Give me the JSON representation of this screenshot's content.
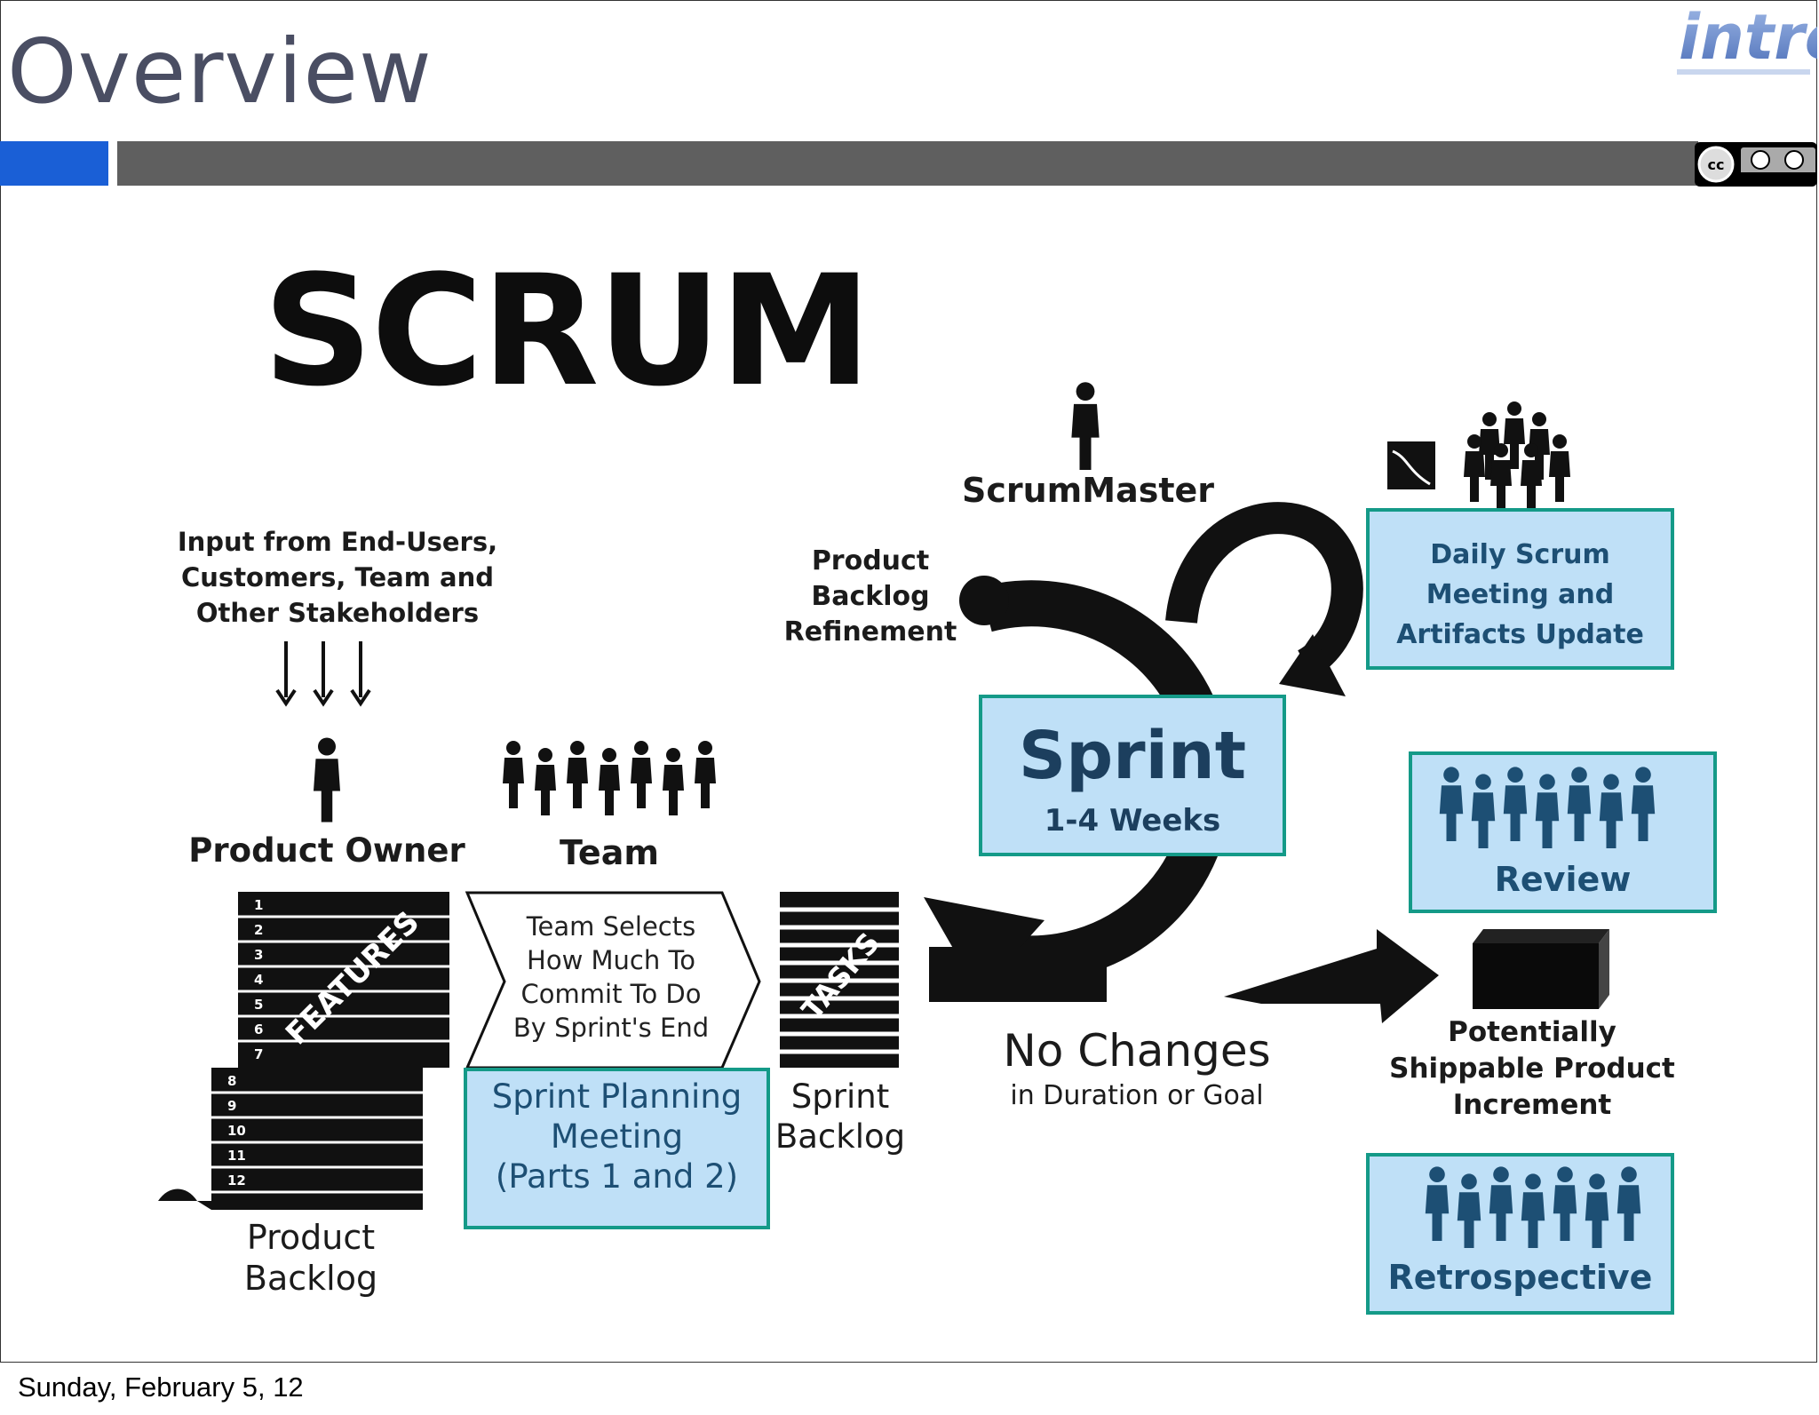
{
  "slide": {
    "title": "Overview",
    "logo_text": "intre",
    "license_badge_text": "cc"
  },
  "diagram": {
    "heading": "SCRUM",
    "scrum_master": "ScrumMaster",
    "input_lines": [
      "Input from End-Users,",
      "Customers, Team and",
      "Other Stakeholders"
    ],
    "product_owner": "Product Owner",
    "team": "Team",
    "features_label": "FEATURES",
    "backlog_numbers": [
      "1",
      "2",
      "3",
      "4",
      "5",
      "6",
      "7",
      "8",
      "9",
      "10",
      "11",
      "12"
    ],
    "product_backlog": [
      "Product",
      "Backlog"
    ],
    "team_selects": [
      "Team Selects",
      "How Much To",
      "Commit To Do",
      "By Sprint's End"
    ],
    "sprint_planning": [
      "Sprint Planning",
      "Meeting",
      "(Parts 1 and 2)"
    ],
    "tasks_label": "TASKS",
    "sprint_backlog": [
      "Sprint",
      "Backlog"
    ],
    "pbr": [
      "Product",
      "Backlog",
      "Refinement"
    ],
    "sprint": "Sprint",
    "sprint_duration": "1-4 Weeks",
    "no_changes": "No Changes",
    "no_changes_sub": "in Duration or Goal",
    "daily_scrum": [
      "Daily Scrum",
      "Meeting and",
      "Artifacts Update"
    ],
    "review": "Review",
    "increment": [
      "Potentially",
      "Shippable Product",
      "Increment"
    ],
    "retrospective": "Retrospective"
  },
  "colors": {
    "accent_blue": "#1a5fd6",
    "bar_gray": "#5f5f5f",
    "highlight_fill": "#bfe0f7",
    "highlight_border": "#149a88",
    "highlight_text": "#1d4f74"
  },
  "footer": {
    "date": "Sunday, February 5, 12"
  }
}
